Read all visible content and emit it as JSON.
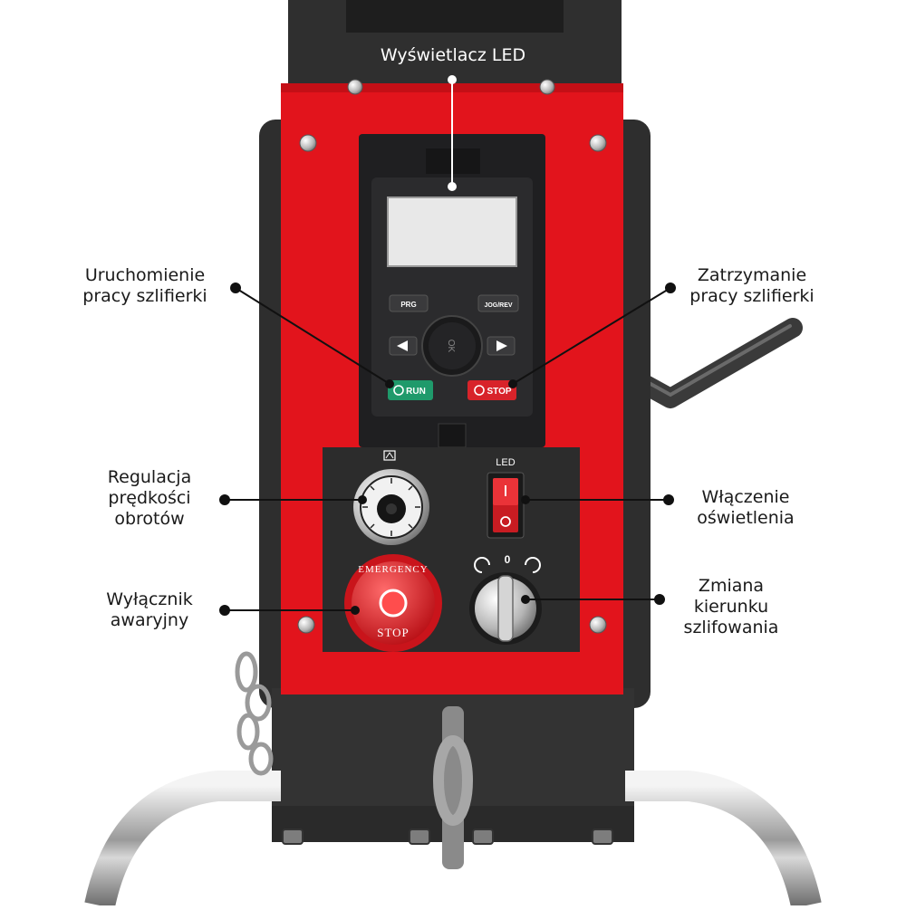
{
  "callouts": {
    "led_display": "Wyświetlacz LED",
    "start_grinder": [
      "Uruchomienie",
      "pracy szlifierki"
    ],
    "stop_grinder": [
      "Zatrzymanie",
      "pracy szlifierki"
    ],
    "speed_control": [
      "Regulacja",
      "prędkości",
      "obrotów"
    ],
    "light_switch": [
      "Włączenie",
      "oświetlenia"
    ],
    "emergency_switch": [
      "Wyłącznik",
      "awaryjny"
    ],
    "direction_change": [
      "Zmiana",
      "kierunku",
      "szlifowania"
    ]
  },
  "controls": {
    "prg": "PRG",
    "jog_rev": "JOG/REV",
    "ok": "OK",
    "run": "RUN",
    "stop": "STOP",
    "led_label": "LED",
    "rotary_zero": "0",
    "emergency": "EMERGENCY",
    "emergency_stop": "STOP"
  },
  "colors": {
    "panel_red": "#e2141c",
    "housing_dark": "#2e2e2e",
    "keypad": "#2b2b2d",
    "run_green": "#1f9a6b",
    "stop_red": "#d8232a"
  }
}
